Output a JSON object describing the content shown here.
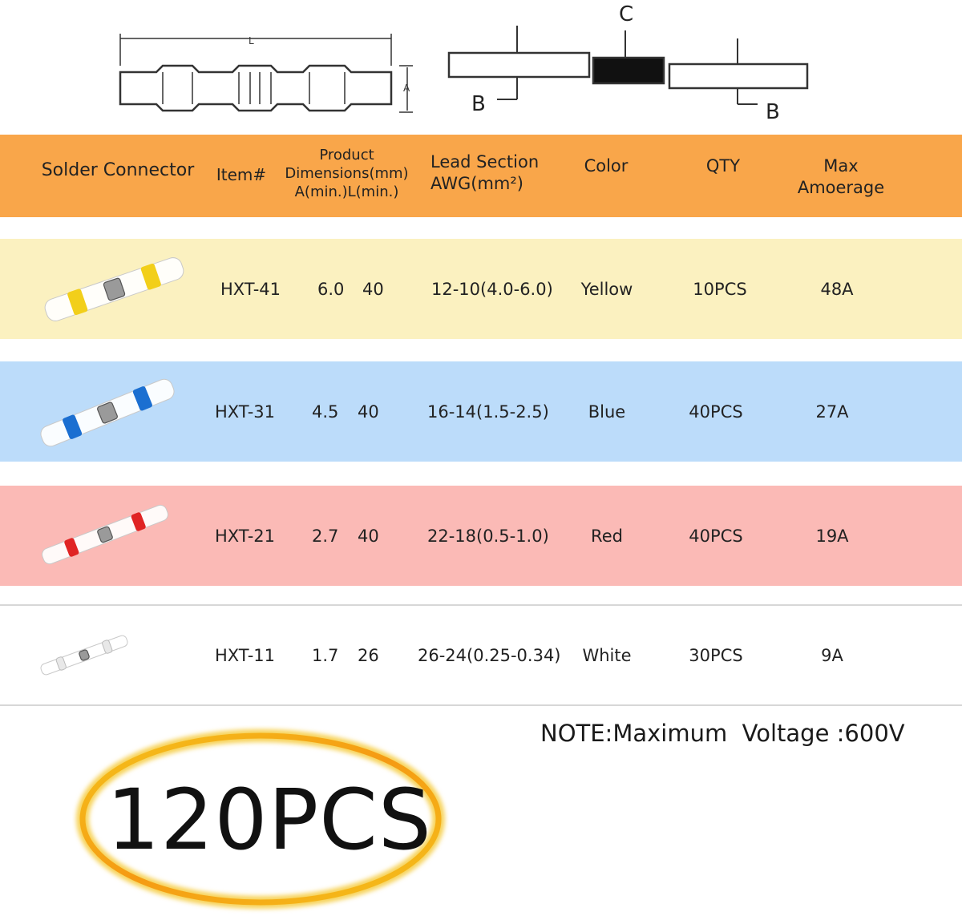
{
  "diagram": {
    "label_l": "L",
    "label_a": "A",
    "label_c": "C",
    "label_b1": "B",
    "label_b2": "B"
  },
  "header": {
    "solder_connector": "Solder Connector",
    "item": "Item#",
    "product_dim_l1": "Product",
    "product_dim_l2": "Dimensions(mm)",
    "product_dim_l3": "A(min.)L(min.)",
    "lead_l1": "Lead Section",
    "lead_l2": "AWG(mm²)",
    "color": "Color",
    "qty": "QTY",
    "max_l1": "Max",
    "max_l2": "Amoerage"
  },
  "rows": [
    {
      "item": "HXT-41",
      "a": "6.0",
      "l": "40",
      "lead": "12-10(4.0-6.0)",
      "color": "Yellow",
      "qty": "10PCS",
      "amp": "48A",
      "bg": "#fbf1c0",
      "band": "#f2cf1a"
    },
    {
      "item": "HXT-31",
      "a": "4.5",
      "l": "40",
      "lead": "16-14(1.5-2.5)",
      "color": "Blue",
      "qty": "40PCS",
      "amp": "27A",
      "bg": "#bcdcfa",
      "band": "#1b6fd1"
    },
    {
      "item": "HXT-21",
      "a": "2.7",
      "l": "40",
      "lead": "22-18(0.5-1.0)",
      "color": "Red",
      "qty": "40PCS",
      "amp": "19A",
      "bg": "#fbbab6",
      "band": "#e02424"
    },
    {
      "item": "HXT-11",
      "a": "1.7",
      "l": "26",
      "lead": "26-24(0.25-0.34)",
      "color": "White",
      "qty": "30PCS",
      "amp": "9A",
      "bg": "#ffffff",
      "band": "#e8e8e8"
    }
  ],
  "note": "NOTE:Maximum  Voltage :600V",
  "badge": "120PCS"
}
